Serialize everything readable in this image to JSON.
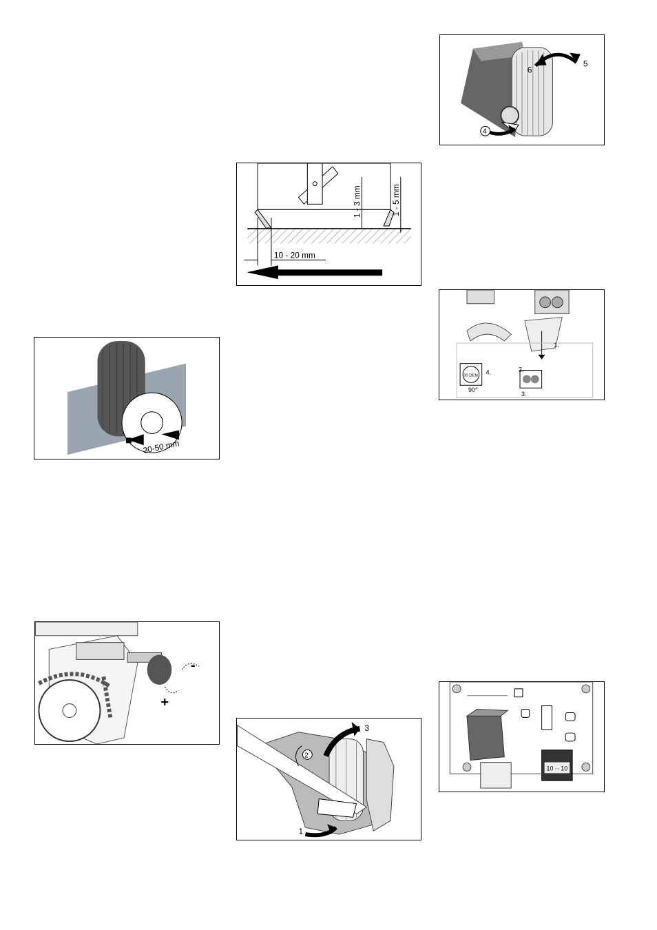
{
  "figures": {
    "brush_filter": {
      "label_6": "6",
      "label_5": "5",
      "label_4": "4"
    },
    "side_brush_height": {
      "dim_1": "1 - 3 mm",
      "dim_2": "1 - 5 mm",
      "dim_3": "10 - 20 mm"
    },
    "brush_strip": {
      "dim": "30-50 mm"
    },
    "brush_replace": {
      "step1": "1.",
      "step2": "2.",
      "step3": "3.",
      "step4": "4.",
      "angle": "90°",
      "badge": "30 DEN"
    },
    "chain_tension": {
      "minus": "-",
      "plus": "+"
    },
    "filter_remove": {
      "label_2": "2",
      "label_3": "3",
      "label_1": "1"
    },
    "circuit_board": {
      "display": "10 ·· 10"
    }
  },
  "colors": {
    "shade": "#9aa5b0",
    "dark": "#555555",
    "mid": "#bdbdbd",
    "light": "#e6e6e6"
  }
}
